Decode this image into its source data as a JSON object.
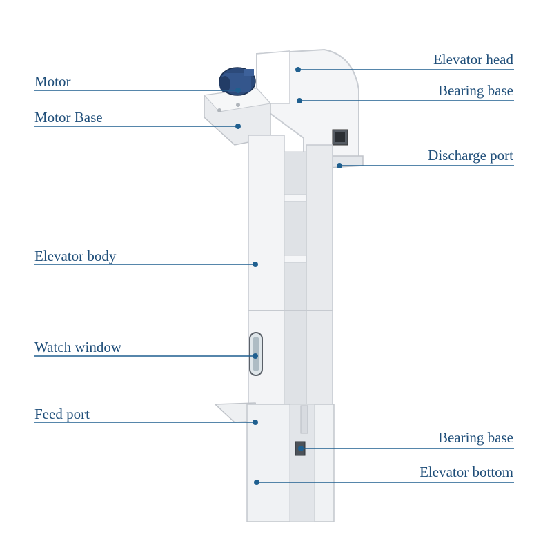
{
  "colors": {
    "label_text": "#1f4e79",
    "leader_line": "#1f5f8f",
    "machine_body": "#eef0f2",
    "machine_shadow": "#c8ccd2",
    "motor": "#2c4a7a"
  },
  "labels_left": [
    {
      "id": "motor",
      "text": "Motor"
    },
    {
      "id": "motor-base",
      "text": "Motor Base"
    },
    {
      "id": "elevator-body",
      "text": "Elevator body"
    },
    {
      "id": "watch-window",
      "text": "Watch window"
    },
    {
      "id": "feed-port",
      "text": "Feed port"
    }
  ],
  "labels_right": [
    {
      "id": "elevator-head",
      "text": "Elevator head"
    },
    {
      "id": "bearing-base-top",
      "text": "Bearing base"
    },
    {
      "id": "discharge-port",
      "text": "Discharge port"
    },
    {
      "id": "bearing-base-bottom",
      "text": "Bearing base"
    },
    {
      "id": "elevator-bottom",
      "text": "Elevator bottom"
    }
  ]
}
